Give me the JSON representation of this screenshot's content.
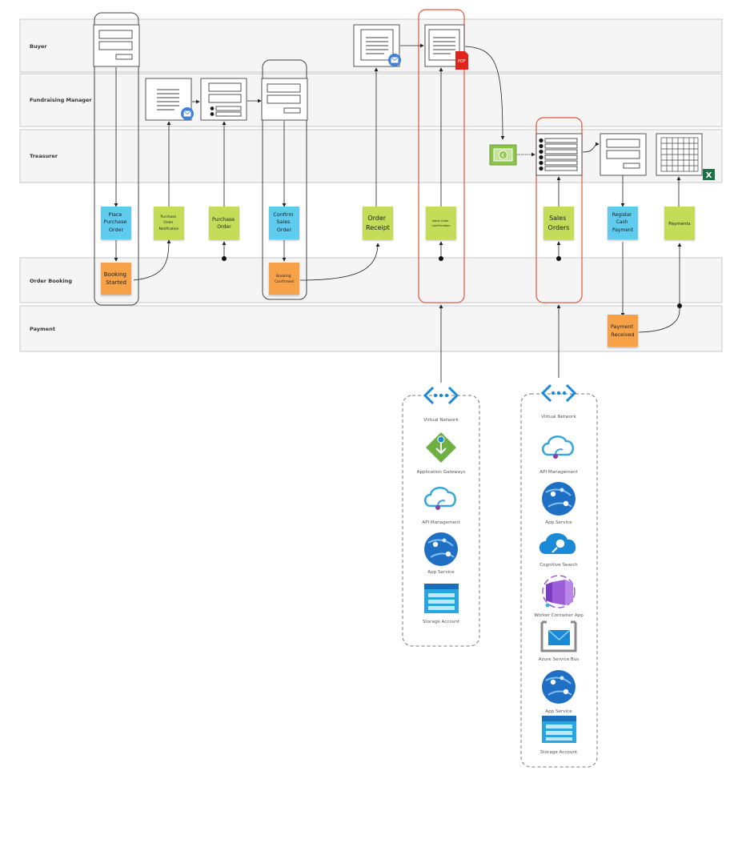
{
  "lanes": [
    {
      "id": "buyer",
      "label": "Buyer"
    },
    {
      "id": "fundraising",
      "label": "Fundraising Manager"
    },
    {
      "id": "treasurer",
      "label": "Treasurer"
    },
    {
      "id": "order_booking",
      "label": "Order Booking"
    },
    {
      "id": "payment",
      "label": "Payment"
    }
  ],
  "notes": {
    "place_purchase_order": "Place Purchase Order",
    "purchase_order_notification": "Purchase Order Notification",
    "purchase_order": "Purchase Order",
    "confirm_sales_order": "Confirm Sales Order",
    "order_receipt": "Order Receipt",
    "sales_order_confirmation": "Sales Order Confirmation",
    "sales_orders": "Sales Orders",
    "register_cash_payment": "Register Cash Payment",
    "payments": "Payments",
    "booking_started": "Booking Started",
    "booking_confirmed": "Booking Confirmed",
    "payment_received": "Payment Received"
  },
  "badges": {
    "pdf": "PDF",
    "excel": "X",
    "currency": "€"
  },
  "services_left": {
    "virtual_network": "Virtual Network",
    "application_gateways": "Application Gateways",
    "api_management": "API Management",
    "app_service": "App Service",
    "storage_account": "Storage Account"
  },
  "services_right": {
    "virtual_network": "Virtual Network",
    "api_management": "API Management",
    "app_service": "App Service",
    "cognitive_search": "Cognitive Search",
    "worker_container_app": "Worker Container App",
    "azure_service_bus": "Azure Service Bus",
    "app_service_2": "App Service",
    "storage_account": "Storage Account"
  },
  "colors": {
    "note_blue": "#5ecbef",
    "note_green": "#c5dc58",
    "note_orange": "#f7a148",
    "highlight_red": "#e5533d",
    "azure_blue": "#1b8ad6",
    "azure_green": "#6fb043",
    "excel_green": "#1e7145",
    "pdf_red": "#e2231a",
    "mail_blue": "#3f7fd4"
  }
}
